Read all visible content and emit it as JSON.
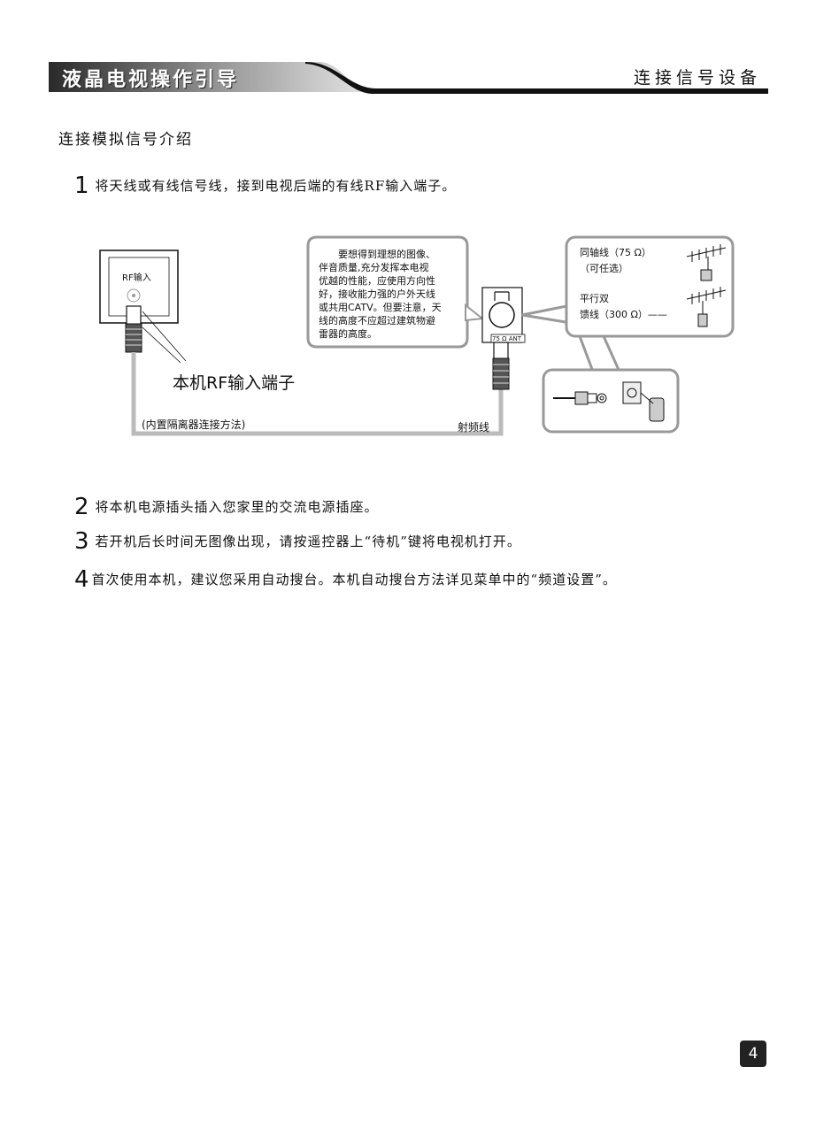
{
  "header": {
    "title": "液晶电视操作引导",
    "section_right": "连接信号设备"
  },
  "section": {
    "title": "连接模拟信号介绍"
  },
  "steps": [
    {
      "num": "1",
      "text": "将天线或有线信号线，接到电视后端的有线RF输入端子。"
    },
    {
      "num": "2",
      "text": "将本机电源插头插入您家里的交流电源插座。"
    },
    {
      "num": "3",
      "text": "若开机后长时间无图像出现，请按遥控器上“待机”键将电视机打开。"
    },
    {
      "num": "4",
      "text": "首次使用本机，建议您采用自动搜台。本机自动搜台方法详见菜单中的“频道设置”。"
    }
  ],
  "diagram": {
    "rf_port_label": "RF输入",
    "terminal_label": "本机RF输入端子",
    "isolator_label": "(内置隔离器连接方法)",
    "rf_cable_label": "射频线",
    "ant_label": "75 Ω ANT",
    "bubble_lines": [
      "要想得到理想的图像、",
      "伴音质量,充分发挥本电视",
      "优越的性能，应使用方向性",
      "好，接收能力强的户外天线",
      "或共用CATV。但要注意，天",
      "线的高度不应超过建筑物避",
      "雷器的高度。"
    ],
    "coax_label": "同轴线（75 Ω）",
    "coax_optional": "（可任选）",
    "parallel_label_1": "平行双",
    "parallel_label_2": "馈线（300 Ω）——"
  },
  "page_number": "4"
}
